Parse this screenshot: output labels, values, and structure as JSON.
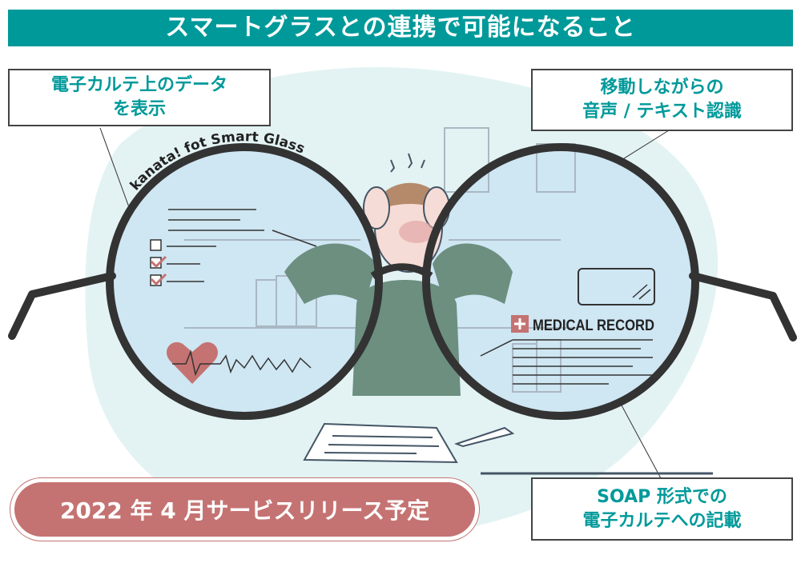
{
  "title": "スマートグラスとの連携で可能になること",
  "features": {
    "display": {
      "line1": "電子カルテ上のデータ",
      "line2": "を表示"
    },
    "voice": {
      "line1": "移動しながらの",
      "line2": "音声 / テキスト認識"
    },
    "soap": {
      "line1": "SOAP 形式での",
      "line2": "電子カルテへの記載"
    }
  },
  "release": "2022 年 4 月サービスリリース予定",
  "illustration": {
    "brand_arc_text": "kanata! fot Smart Glass",
    "medical_record_label": "MEDICAL RECORD"
  },
  "colors": {
    "teal": "#00999a",
    "rose": "#c47372",
    "lens": "#cfe6f3",
    "blob": "#e3f3f3"
  }
}
